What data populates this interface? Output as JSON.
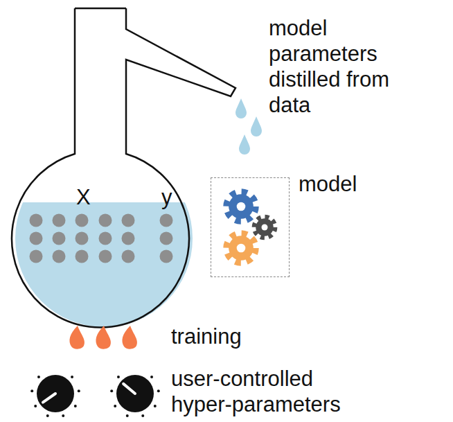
{
  "diagram": {
    "nodes": [
      {
        "text": [
          "X",
          "y"
        ]
      },
      {
        "text": [
          "model"
        ]
      }
    ],
    "labels": [
      "model parameters distilled from data",
      "training",
      "user-controlled hyper-parameters"
    ]
  }
}
